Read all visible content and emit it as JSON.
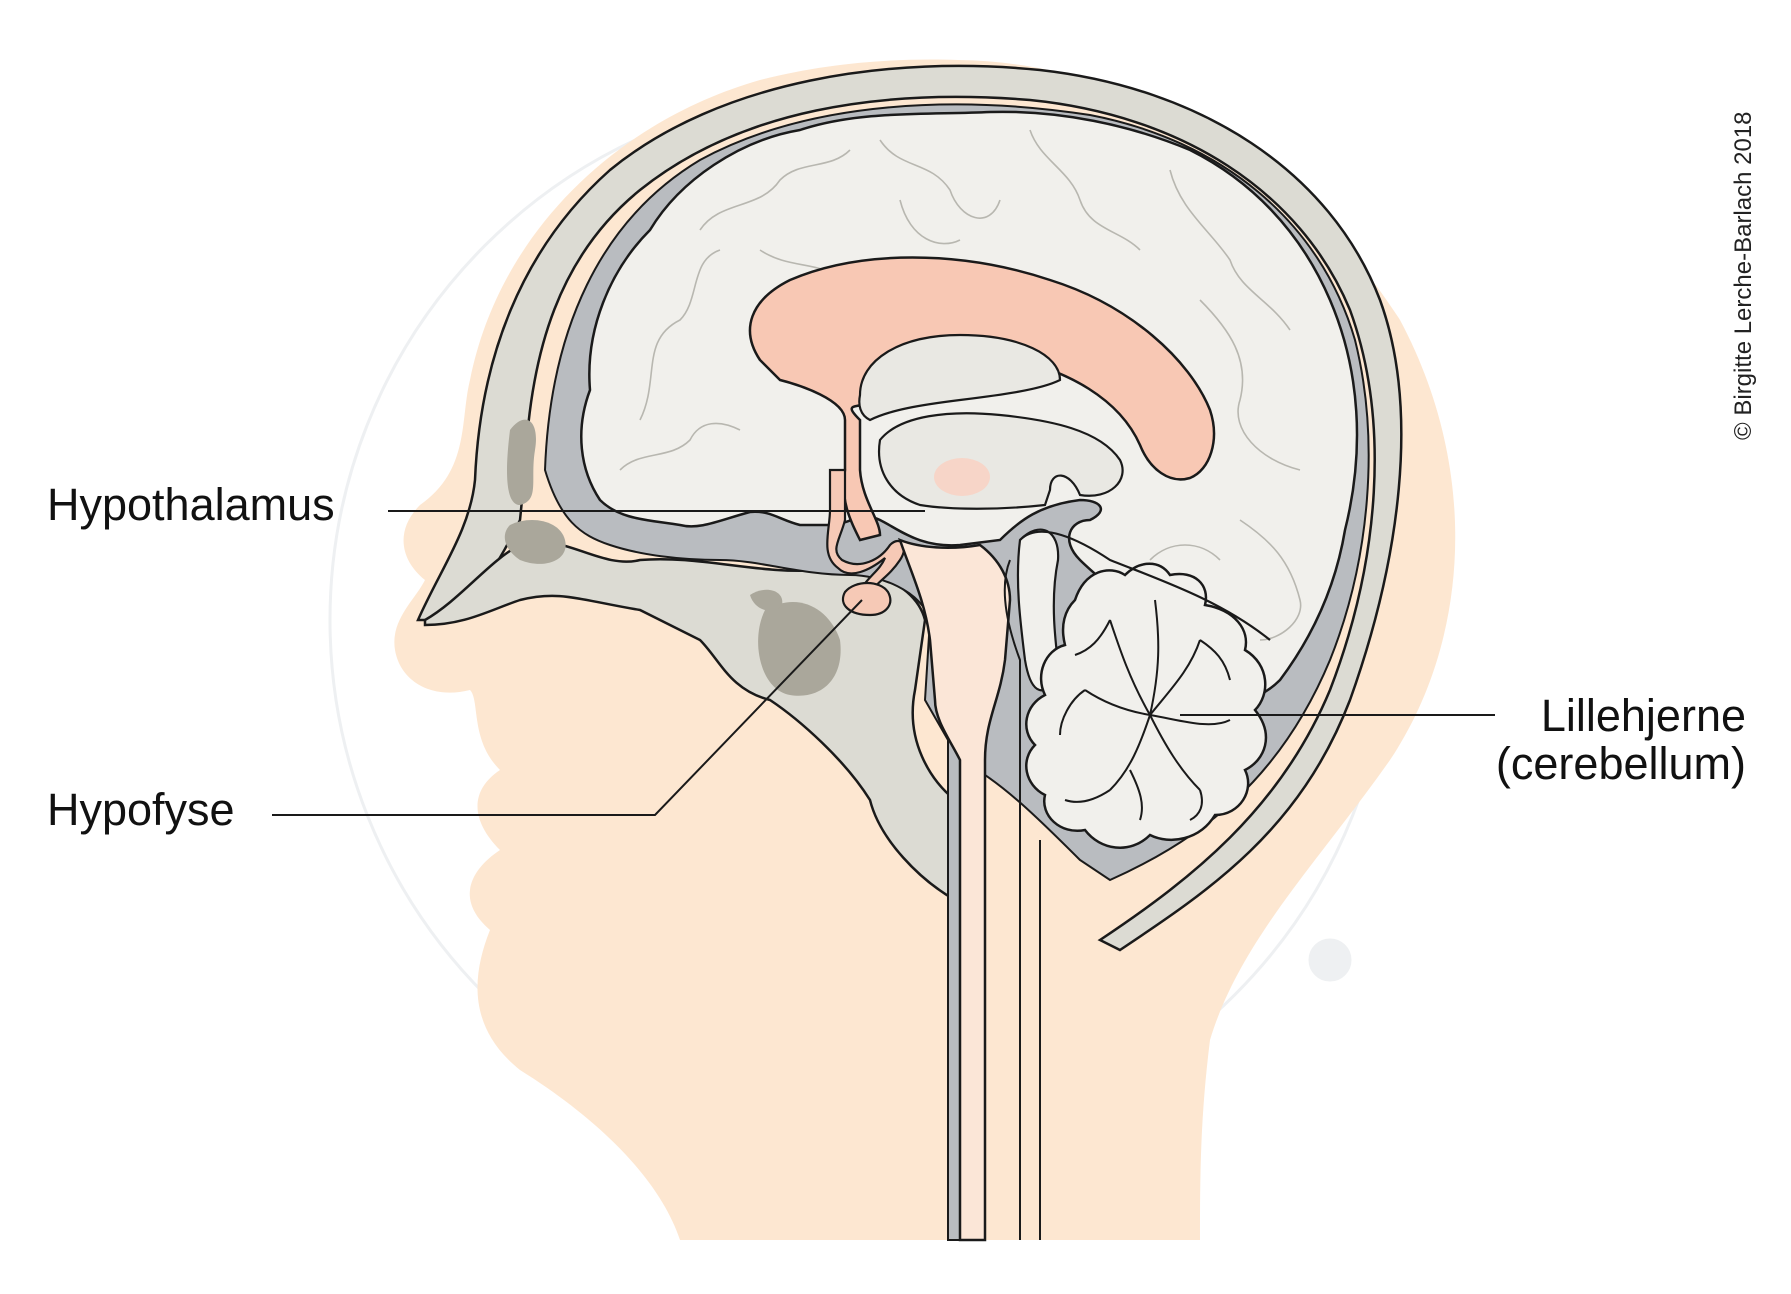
{
  "labels": {
    "hypothalamus": "Hypothalamus",
    "hypofyse": "Hypofyse",
    "lillehjerne_line1": "Lillehjerne",
    "lillehjerne_line2": "(cerebellum)"
  },
  "copyright": "© Birgitte Lerche-Barlach 2018",
  "colors": {
    "skin": "#fde7d1",
    "skull": "#dcdbd3",
    "meninges": "#b9bcc0",
    "brain": "#f1f0ec",
    "corpus_callosum": "#f8c8b4",
    "pituitary": "#f6c9b6",
    "outline": "#1a1a1a"
  }
}
